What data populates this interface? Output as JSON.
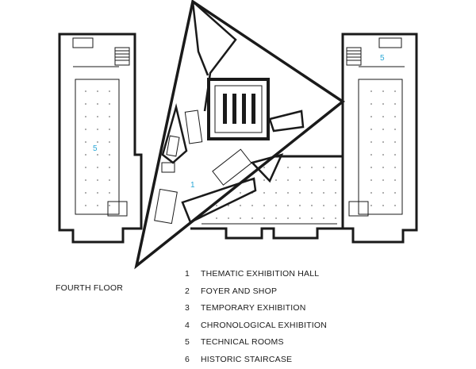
{
  "plan": {
    "room_labels": [
      "5",
      "1",
      "5"
    ]
  },
  "floor_label": "FOURTH FLOOR",
  "legend": [
    {
      "num": "1",
      "label": "THEMATIC EXHIBITION HALL"
    },
    {
      "num": "2",
      "label": "FOYER AND SHOP"
    },
    {
      "num": "3",
      "label": "TEMPORARY EXHIBITION"
    },
    {
      "num": "4",
      "label": "CHRONOLOGICAL EXHIBITION"
    },
    {
      "num": "5",
      "label": "TECHNICAL ROOMS"
    },
    {
      "num": "6",
      "label": "HISTORIC STAIRCASE"
    }
  ],
  "colors": {
    "accent_label": "#29a7d6",
    "line": "#1a1a1a"
  }
}
